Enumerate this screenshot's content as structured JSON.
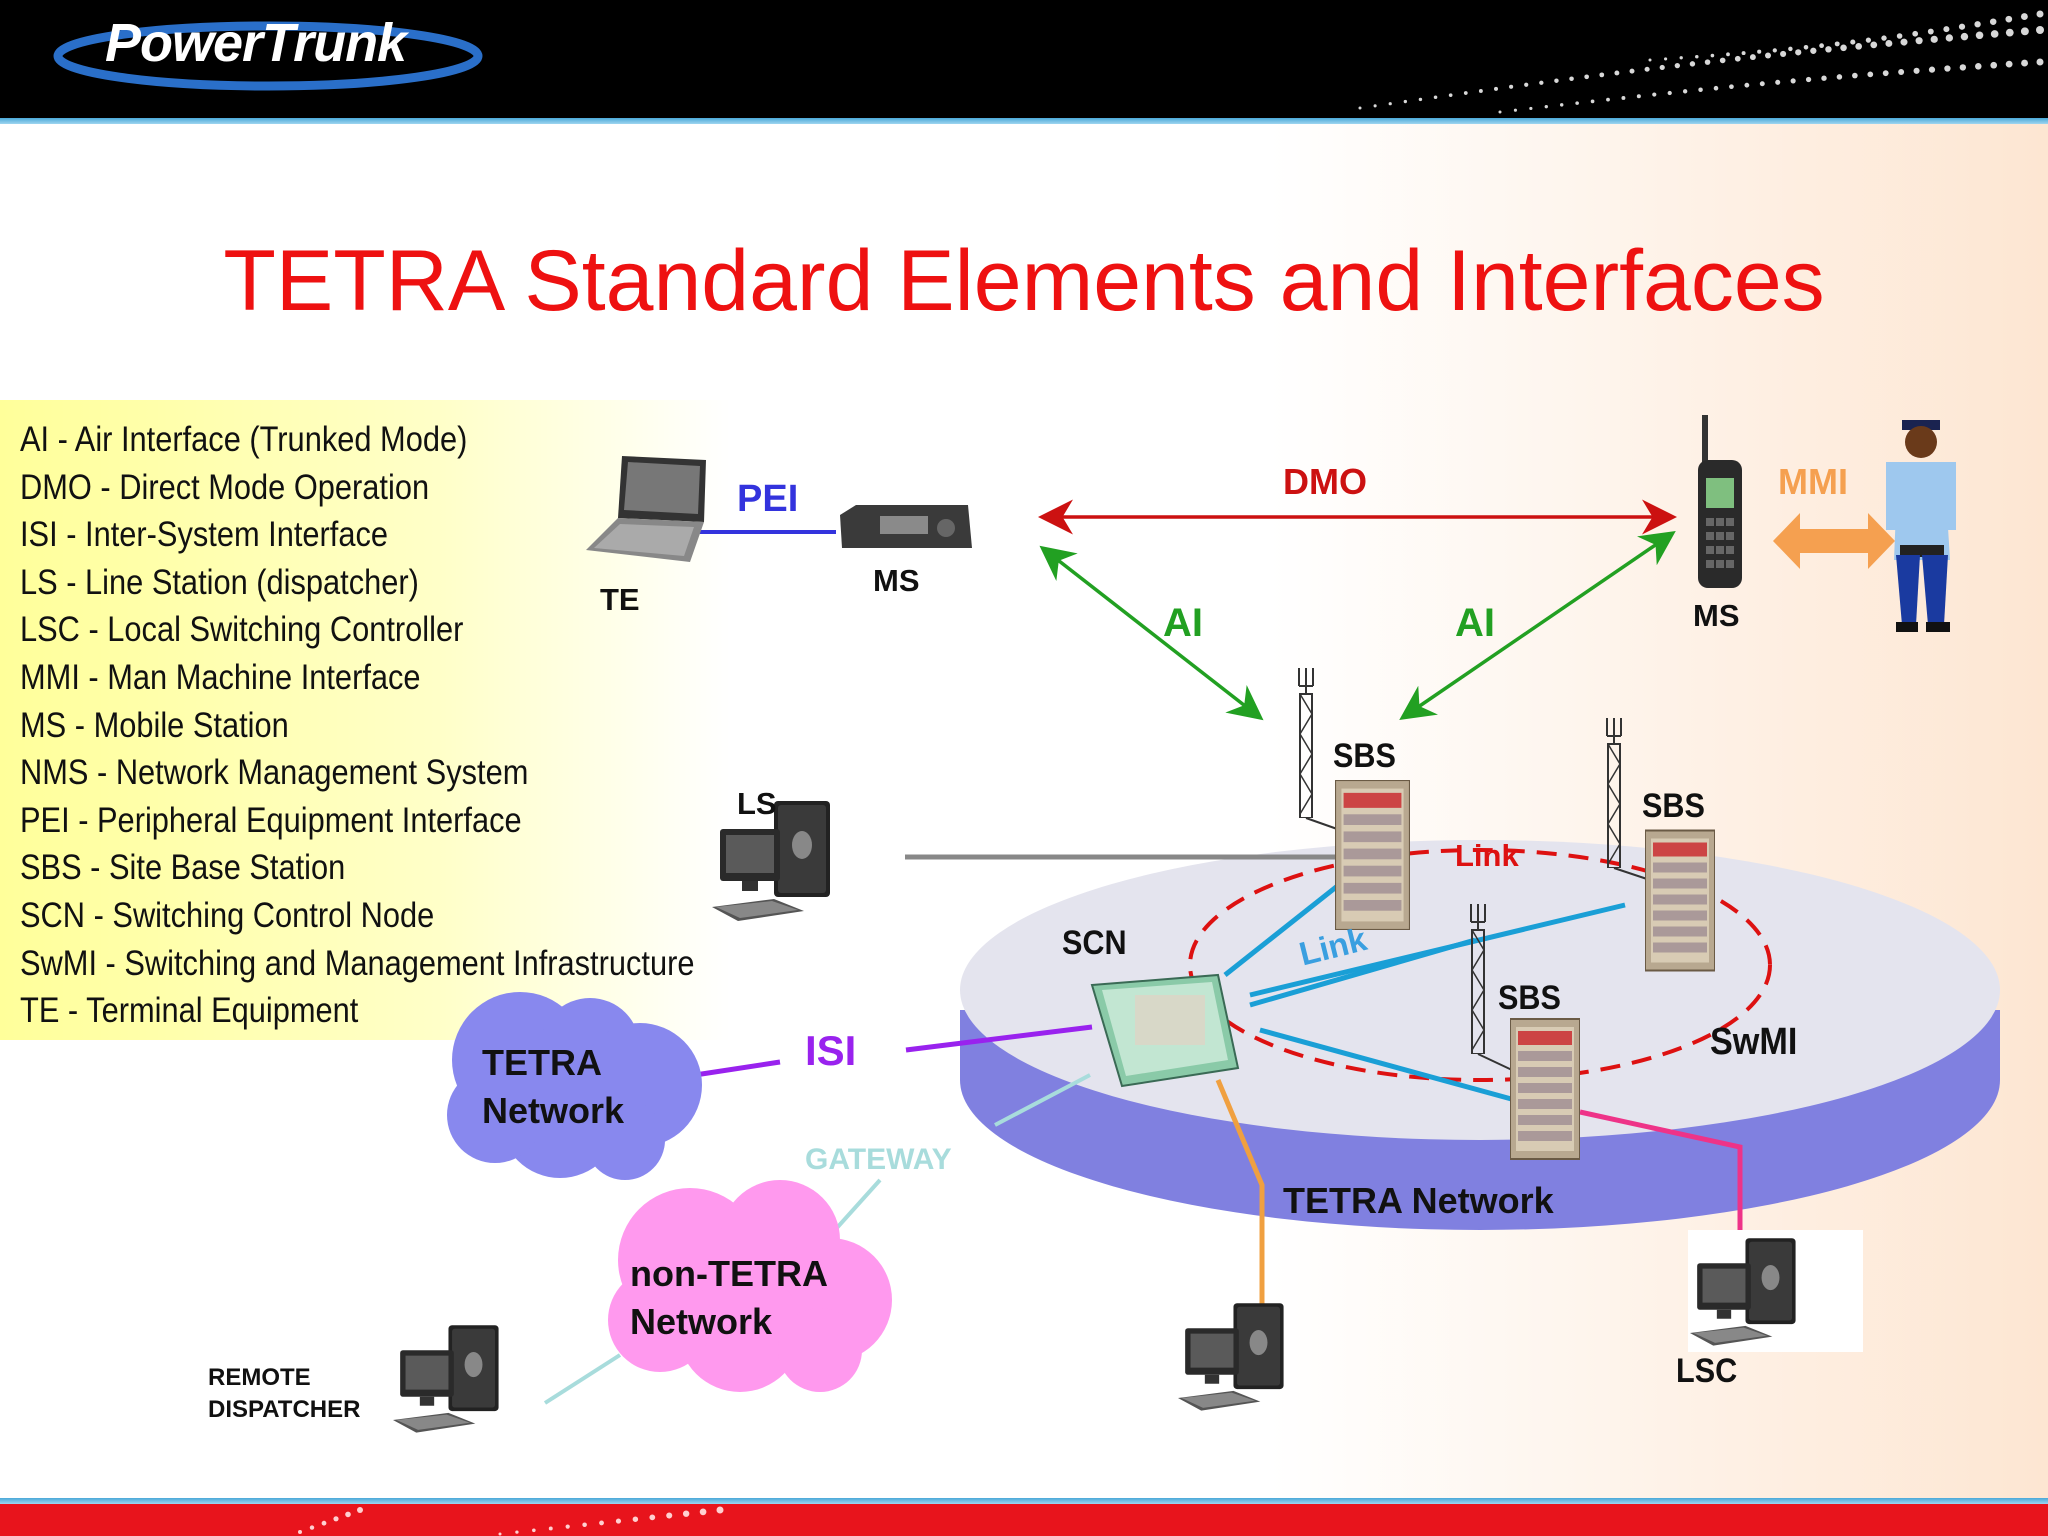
{
  "header": {
    "logo_text": "PowerTrunk"
  },
  "title": "TETRA Standard Elements and Interfaces",
  "legend": [
    "AI - Air Interface (Trunked Mode)",
    "DMO - Direct Mode Operation",
    "ISI - Inter-System Interface",
    "LS - Line Station (dispatcher)",
    "LSC - Local Switching Controller",
    "MMI - Man Machine Interface",
    "MS - Mobile Station",
    "NMS - Network Management System",
    "PEI - Peripheral Equipment Interface",
    "SBS - Site Base Station",
    "SCN - Switching Control Node",
    "SwMI - Switching and Management Infrastructure",
    "TE - Terminal Equipment"
  ],
  "diagram": {
    "te": "TE",
    "pei": "PEI",
    "ms_left": "MS",
    "dmo": "DMO",
    "ms_right": "MS",
    "mmi": "MMI",
    "ai_left": "AI",
    "ai_right": "AI",
    "sbs_top": "SBS",
    "sbs_right": "SBS",
    "sbs_center": "SBS",
    "ls": "LS",
    "scn": "SCN",
    "link_red": "Link",
    "link_blue": "Link",
    "swmi": "SwMI",
    "isi": "ISI",
    "tetra_network_cloud_line1": "TETRA",
    "tetra_network_cloud_line2": "Network",
    "gateway": "GATEWAY",
    "tetra_network_disc": "TETRA Network",
    "non_tetra_line1": "non-TETRA",
    "non_tetra_line2": "Network",
    "remote_line1": "REMOTE",
    "remote_line2": "DISPATCHER",
    "lsc": "LSC"
  },
  "colors": {
    "title": "#ee1111",
    "dmo": "#cc1111",
    "ai": "#22a022",
    "pei": "#3333dd",
    "mmi": "#f5a050",
    "isi": "#9922ee",
    "link_blue": "#1a9fd6",
    "link_red": "#dd1111",
    "gateway": "#a8dcdc",
    "lsc_line": "#ee3388",
    "orange_line": "#f0a040",
    "tetra_cloud": "#8888ee",
    "non_tetra_cloud": "#ff99ee",
    "disc_top": "#e4e4ee",
    "disc_side": "#8080e0"
  },
  "icons": {
    "te": "laptop-icon",
    "ms_left": "vehicle-radio-icon",
    "ms_right": "handheld-radio-icon",
    "user": "police-officer-icon",
    "ls": "desktop-computer-icon",
    "remote": "desktop-computer-icon",
    "nms": "desktop-computer-icon",
    "lsc": "desktop-computer-icon",
    "sbs": "base-station-cabinet-icon",
    "tower": "antenna-tower-icon",
    "scn": "switch-cabinet-icon"
  }
}
